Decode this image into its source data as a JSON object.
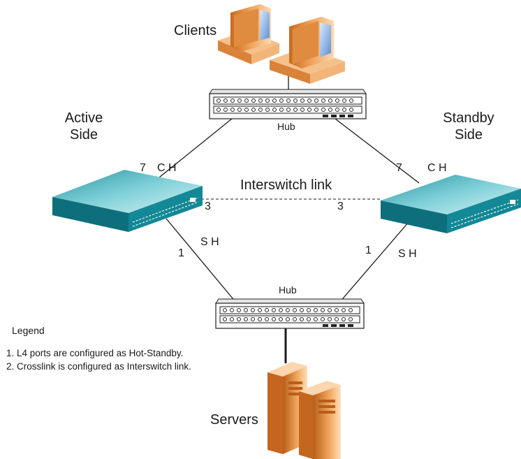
{
  "nodes": {
    "clients": "Clients",
    "hub_top": "Hub",
    "hub_bottom": "Hub",
    "servers": "Servers",
    "active_side": "Active\nSide",
    "standby_side": "Standby\nSide"
  },
  "links": {
    "interswitch": "Interswitch  link",
    "active_client_port": "7",
    "active_client_tag": "C H",
    "standby_client_port": "7",
    "standby_client_tag": "C H",
    "active_isl_port": "3",
    "standby_isl_port": "3",
    "active_server_port": "1",
    "active_server_tag": "S H",
    "standby_server_port": "1",
    "standby_server_tag": "S H"
  },
  "legend": {
    "title": "Legend",
    "items": [
      "1. L4 ports are configured  as Hot-Standby.",
      "2. Crosslink is configured as Interswitch link."
    ]
  },
  "colors": {
    "switch_top": "#4fb9c4",
    "switch_front": "#0e7f8c",
    "computer": "#e89a4c",
    "screen": "#8ab4e6",
    "line": "#1a1a1a"
  }
}
